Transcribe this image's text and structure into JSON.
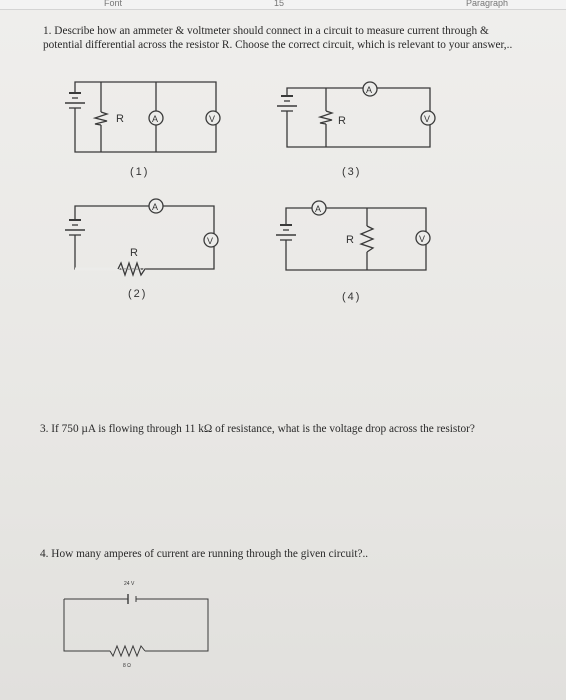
{
  "ribbon": {
    "left_label": "Font",
    "center_label": "15",
    "right_label": "Paragraph"
  },
  "questions": {
    "q1": "1. Describe how an ammeter & voltmeter should connect in a circuit to measure current through & potential differential across the resistor R. Choose the correct circuit, which is relevant to your answer,..",
    "q3": "3. If 750 µA is flowing through 11 kΩ of resistance, what is the voltage drop across the resistor?",
    "q4": "4. How many amperes of current are running through the given circuit?.."
  },
  "circuits": {
    "c1": {
      "caption": "(1)",
      "resistor": "R",
      "ammeter": "A",
      "voltmeter": "V"
    },
    "c2": {
      "caption": "(2)",
      "resistor": "R",
      "ammeter": "A",
      "voltmeter": "V"
    },
    "c3": {
      "caption": "(3)",
      "resistor": "R",
      "ammeter": "A",
      "voltmeter": "V"
    },
    "c4": {
      "caption": "(4)",
      "resistor": "R",
      "ammeter": "A",
      "voltmeter": "V"
    },
    "c5": {
      "source_label": "24 V",
      "resistor_label": "8 Ω"
    }
  }
}
